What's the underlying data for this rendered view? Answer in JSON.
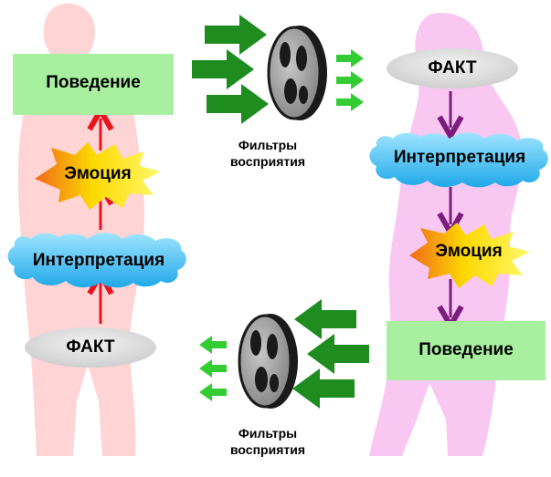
{
  "left_chain": {
    "behavior": "Поведение",
    "emotion": "Эмоция",
    "interpretation": "Интерпретация",
    "fact": "ФАКТ"
  },
  "right_chain": {
    "fact": "ФАКТ",
    "interpretation": "Интерпретация",
    "emotion": "Эмоция",
    "behavior": "Поведение"
  },
  "filters": {
    "top": {
      "line1": "Фильтры",
      "line2": "восприятия"
    },
    "bottom": {
      "line1": "Фильтры",
      "line2": "восприятия"
    }
  },
  "colors": {
    "behavior_box": "#a8f0a0",
    "fact_oval": "#e0e0e0",
    "interpretation_cloud": "#4fc6f0",
    "left_person": "#ffd0d0",
    "right_person": "#f7c6f2",
    "left_arrows": "#e8141c",
    "right_arrows": "#7b1d7e",
    "green_arrows": "#1e8c1e"
  }
}
